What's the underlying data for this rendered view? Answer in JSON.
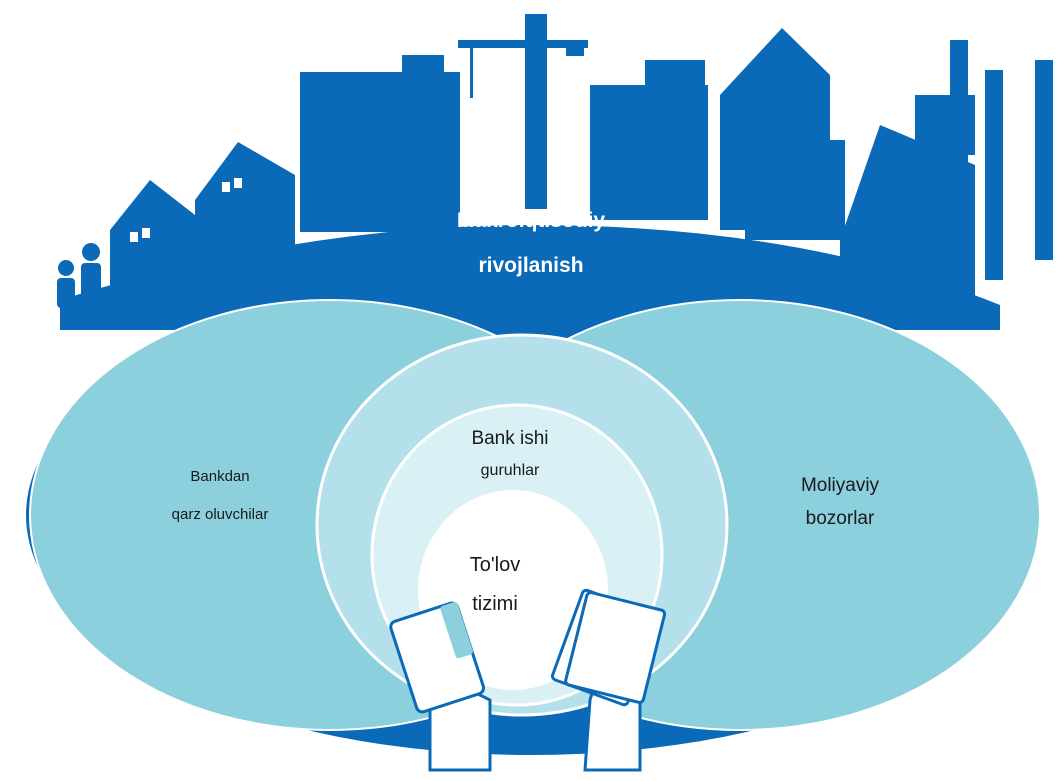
{
  "title": {
    "line1": "Makroiqtisodiy",
    "line2": "rivojlanish"
  },
  "left_region": {
    "line1": "Bankdan",
    "line2": "qarz oluvchilar"
  },
  "right_region": {
    "line1": "Moliyaviy",
    "line2": "bozorlar"
  },
  "middle_region": {
    "line1": "Bank ishi",
    "line2": "guruhlar"
  },
  "center_region": {
    "line1": "To'lov",
    "line2": "tizimi"
  },
  "colors": {
    "dark_blue": "#0b6ab8",
    "light_teal": "#8ccfdd",
    "lighter_teal": "#b3e0ea",
    "pale": "#d9f0f5",
    "white": "#ffffff"
  }
}
